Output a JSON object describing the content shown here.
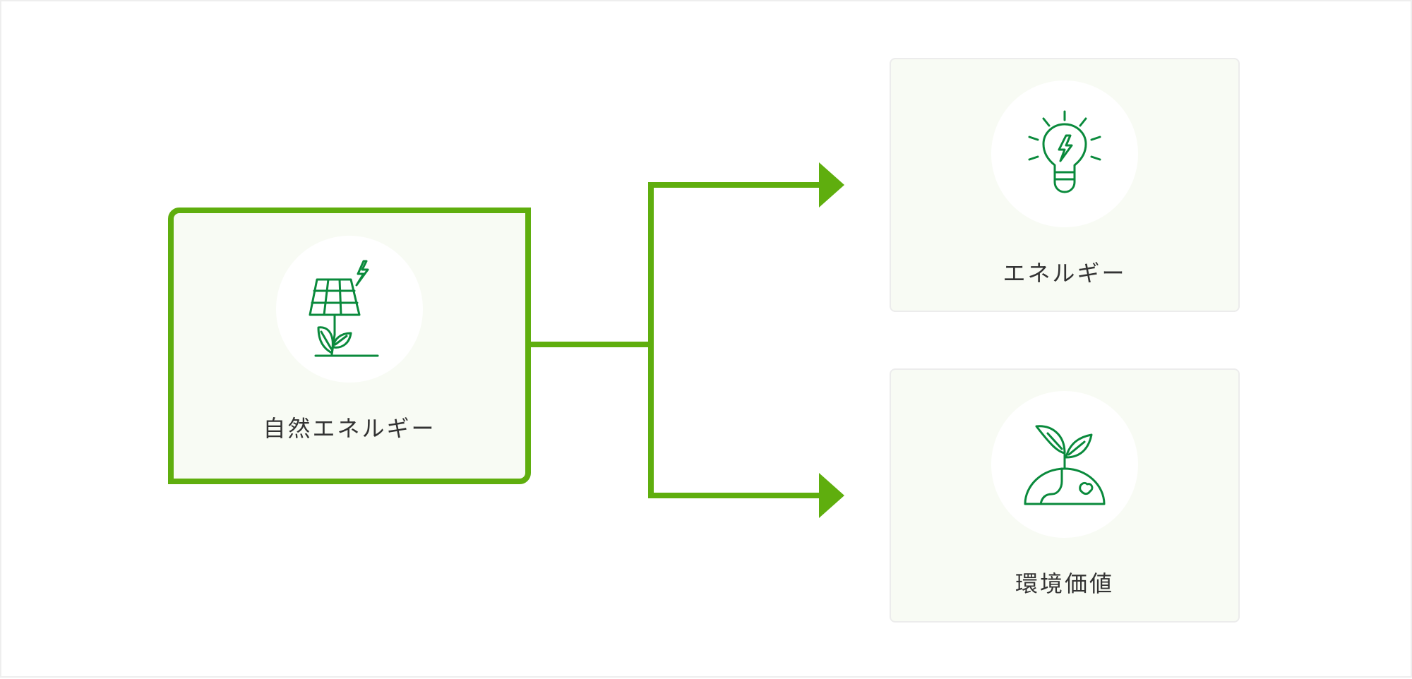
{
  "diagram": {
    "source": {
      "label": "自然エネルギー",
      "icon": "solar-panel-plant-icon"
    },
    "outputs": [
      {
        "label": "エネルギー",
        "icon": "lightbulb-lightning-icon"
      },
      {
        "label": "環境価値",
        "icon": "earth-sprout-icon"
      }
    ]
  },
  "colors": {
    "accent": "#5fae0e",
    "icon": "#0a8a3c",
    "card_bg": "#f8fbf4",
    "text": "#333333"
  }
}
